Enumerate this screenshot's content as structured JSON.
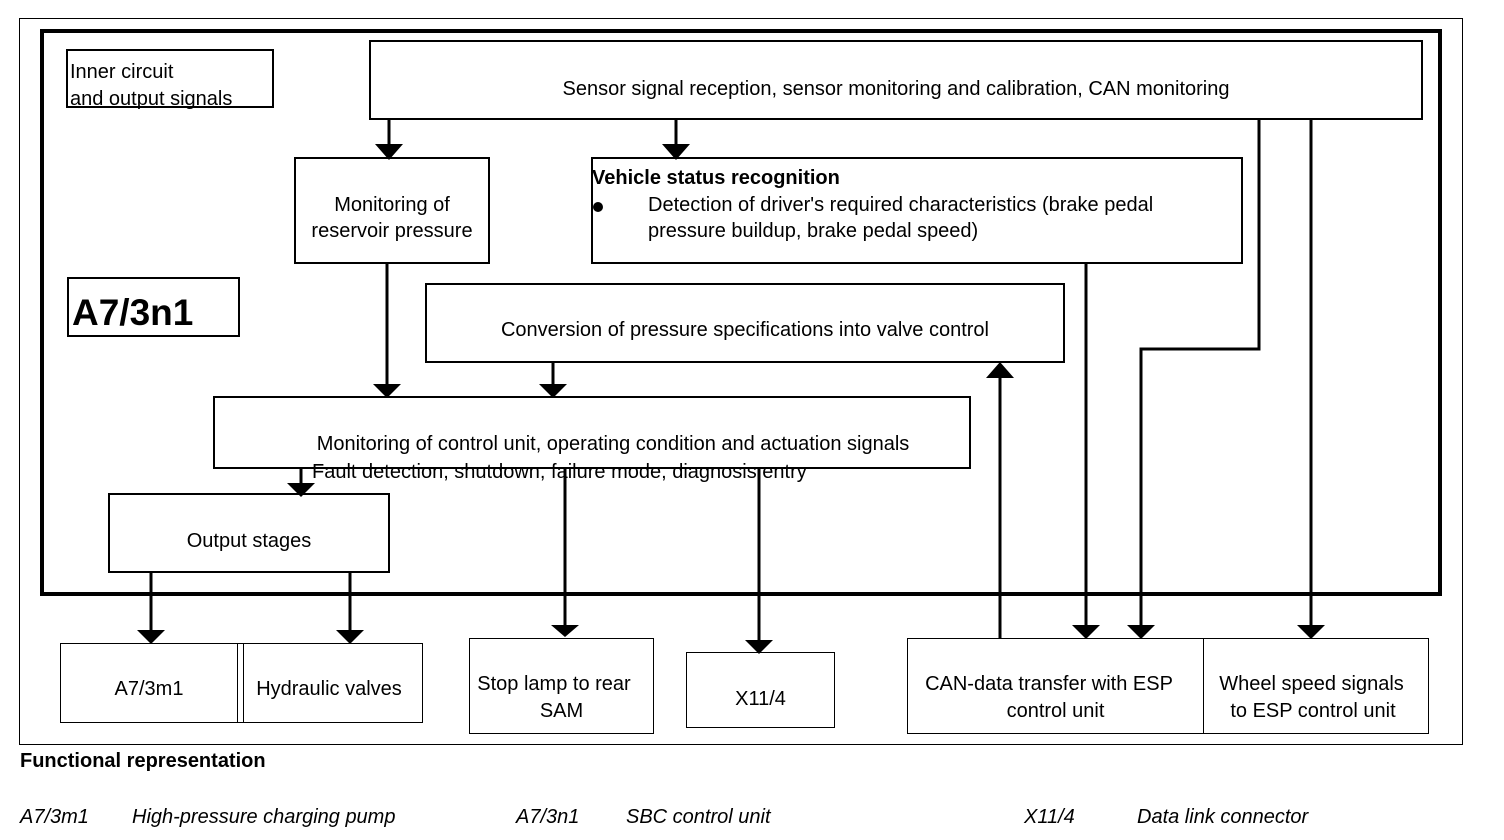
{
  "diagram": {
    "inner_label_line1": "Inner circuit",
    "inner_label_line2": "and output signals",
    "unit_label": "A7/3n1",
    "sensor_box": "Sensor signal reception, sensor monitoring and calibration, CAN monitoring",
    "reservoir_line1": "Monitoring of",
    "reservoir_line2": "reservoir pressure",
    "vehicle_status_title": "Vehicle status recognition",
    "vehicle_status_line1": "Detection of driver's required characteristics (brake pedal",
    "vehicle_status_line2": "pressure buildup, brake pedal speed)",
    "conversion_box": "Conversion of pressure specifications into valve control",
    "monitoring_line1": "Monitoring of control unit, operating condition and actuation signals",
    "monitoring_line2": "Fault detection, shutdown, failure mode, diagnosis entry",
    "output_stages": "Output stages",
    "ext_a7_3m1": "A7/3m1",
    "ext_hydraulic": "Hydraulic valves",
    "ext_stoplamp_line1": "Stop lamp to rear",
    "ext_stoplamp_line2": "SAM",
    "ext_x11": "X11/4",
    "ext_can_line1": "CAN-data transfer with ESP",
    "ext_can_line2": "control unit",
    "ext_wheel_line1": "Wheel speed signals",
    "ext_wheel_line2": "to ESP control unit"
  },
  "caption": {
    "title": "Functional representation"
  },
  "legend": [
    {
      "code": "A7/3m1",
      "desc": "High-pressure charging pump"
    },
    {
      "code": "A7/3n1",
      "desc": "SBC control unit"
    },
    {
      "code": "X11/4",
      "desc": "Data link connector"
    }
  ]
}
